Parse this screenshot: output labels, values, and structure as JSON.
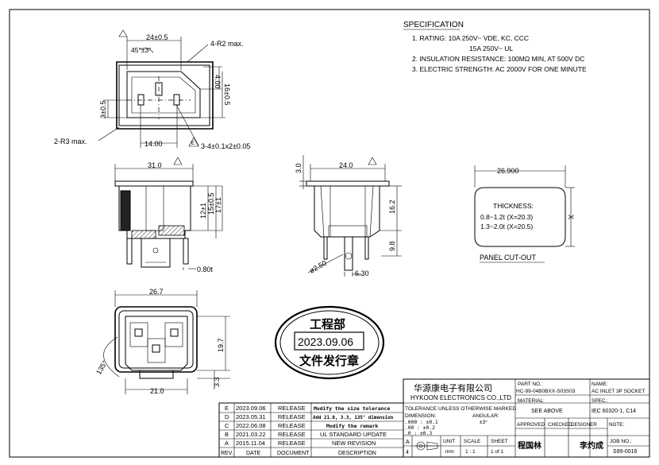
{
  "spec": {
    "title": "SPECIFICATION",
    "line1": "1. RATING: 10A 250V~ VDE, KC, CCC",
    "line1b": "15A 250V~ UL",
    "line2": "2. INSULATION RESISTANCE: 100MΩ MIN, AT 500V DC",
    "line3": "3. ELECTRIC STRENGTH: AC 2000V FOR ONE MINUTE"
  },
  "dims": {
    "top_width": "24±0.5",
    "angle": "45°±3°",
    "r2": "4-R2 max.",
    "d400": "4.00",
    "d16": "16±0.5",
    "d3": "3±0.5",
    "r3": "2-R3 max.",
    "d1400": "14.00",
    "pin": "3-4±0.1x2±0.05",
    "d310": "31.0",
    "d12": "12±1",
    "d15": "15±0.5",
    "d17": "17±1",
    "d080": "0.80t",
    "d30": "3.0",
    "d240": "24.0",
    "d162": "16.2",
    "d98": "9.8",
    "d250": "ø2.50",
    "d630": "6.30",
    "d267": "26.7",
    "d197": "19.7",
    "d33": "3.3",
    "d210": "21.0",
    "d135": "135°"
  },
  "panel": {
    "width": "26.900",
    "thickness_label": "THICKNESS:",
    "row1": "0.8~1.2t (X=20.3)",
    "row2": "1.3~2.0t (X=20.5)",
    "x_label": "X",
    "caption": "PANEL CUT-OUT"
  },
  "stamp": {
    "top": "工程部",
    "date": "2023.09.06",
    "bottom": "文件发行章"
  },
  "revisions": [
    {
      "rev": "E",
      "date": "2023.09.06",
      "doc": "RELEASE",
      "desc": "Modify the size tolerance"
    },
    {
      "rev": "D",
      "date": "2023.05.31",
      "doc": "RELEASE",
      "desc": "Add 21.0, 3.3, 135° dimension"
    },
    {
      "rev": "C",
      "date": "2022.06.08",
      "doc": "RELEASE",
      "desc": "Modify the remark"
    },
    {
      "rev": "B",
      "date": "2021.03.22",
      "doc": "RELEASE",
      "desc": "UL STANDARD UPDATE"
    },
    {
      "rev": "A",
      "date": "2015.11.04",
      "doc": "RELEASE",
      "desc": "NEW REVISION"
    }
  ],
  "rev_header": {
    "rev": "REV.",
    "date": "DATE",
    "doc": "DOCUMENT",
    "desc": "DESCRIPTION"
  },
  "title_block": {
    "company_cn": "华源康电子有限公司",
    "company_en": "HYKOON ELECTRONICS CO.,LTD",
    "part_no_label": "PART NO.:",
    "part_no": "HC-99-04B0BXX-S03S03",
    "name_label": "NAME:",
    "name": "AC INLET 3P SOCKET",
    "tol_label": "TOLERANCE UNLESS OTHERWISE MARKED",
    "dimension_label": "DIMENSION:",
    "angular_label": "ANGULAR:",
    "angular": "±3°",
    "tol1": ".000 : ±0.1",
    "tol2": ".00  : ±0.2",
    "tol3": ".0   : ±0.3",
    "material_label": "MATERIAL:",
    "material": "SEE ABOVE",
    "spec_label": "SPEC.:",
    "spec": "IEC 60320-1, C14",
    "approved": "APPROVED",
    "checked": "CHECKED",
    "designer": "DESIGNER",
    "note": "NOTE:",
    "unit_label": "UNIT",
    "unit": "mm",
    "scale_label": "SCALE",
    "scale": "1 : 1",
    "sheet_label": "SHEET",
    "sheet": "1 of 1",
    "approver_name": "程国林",
    "designer_name": "李灼成",
    "job_label": "JOB NO.:",
    "job": "S99-0016",
    "proj_a": "A",
    "proj_4": "4"
  }
}
